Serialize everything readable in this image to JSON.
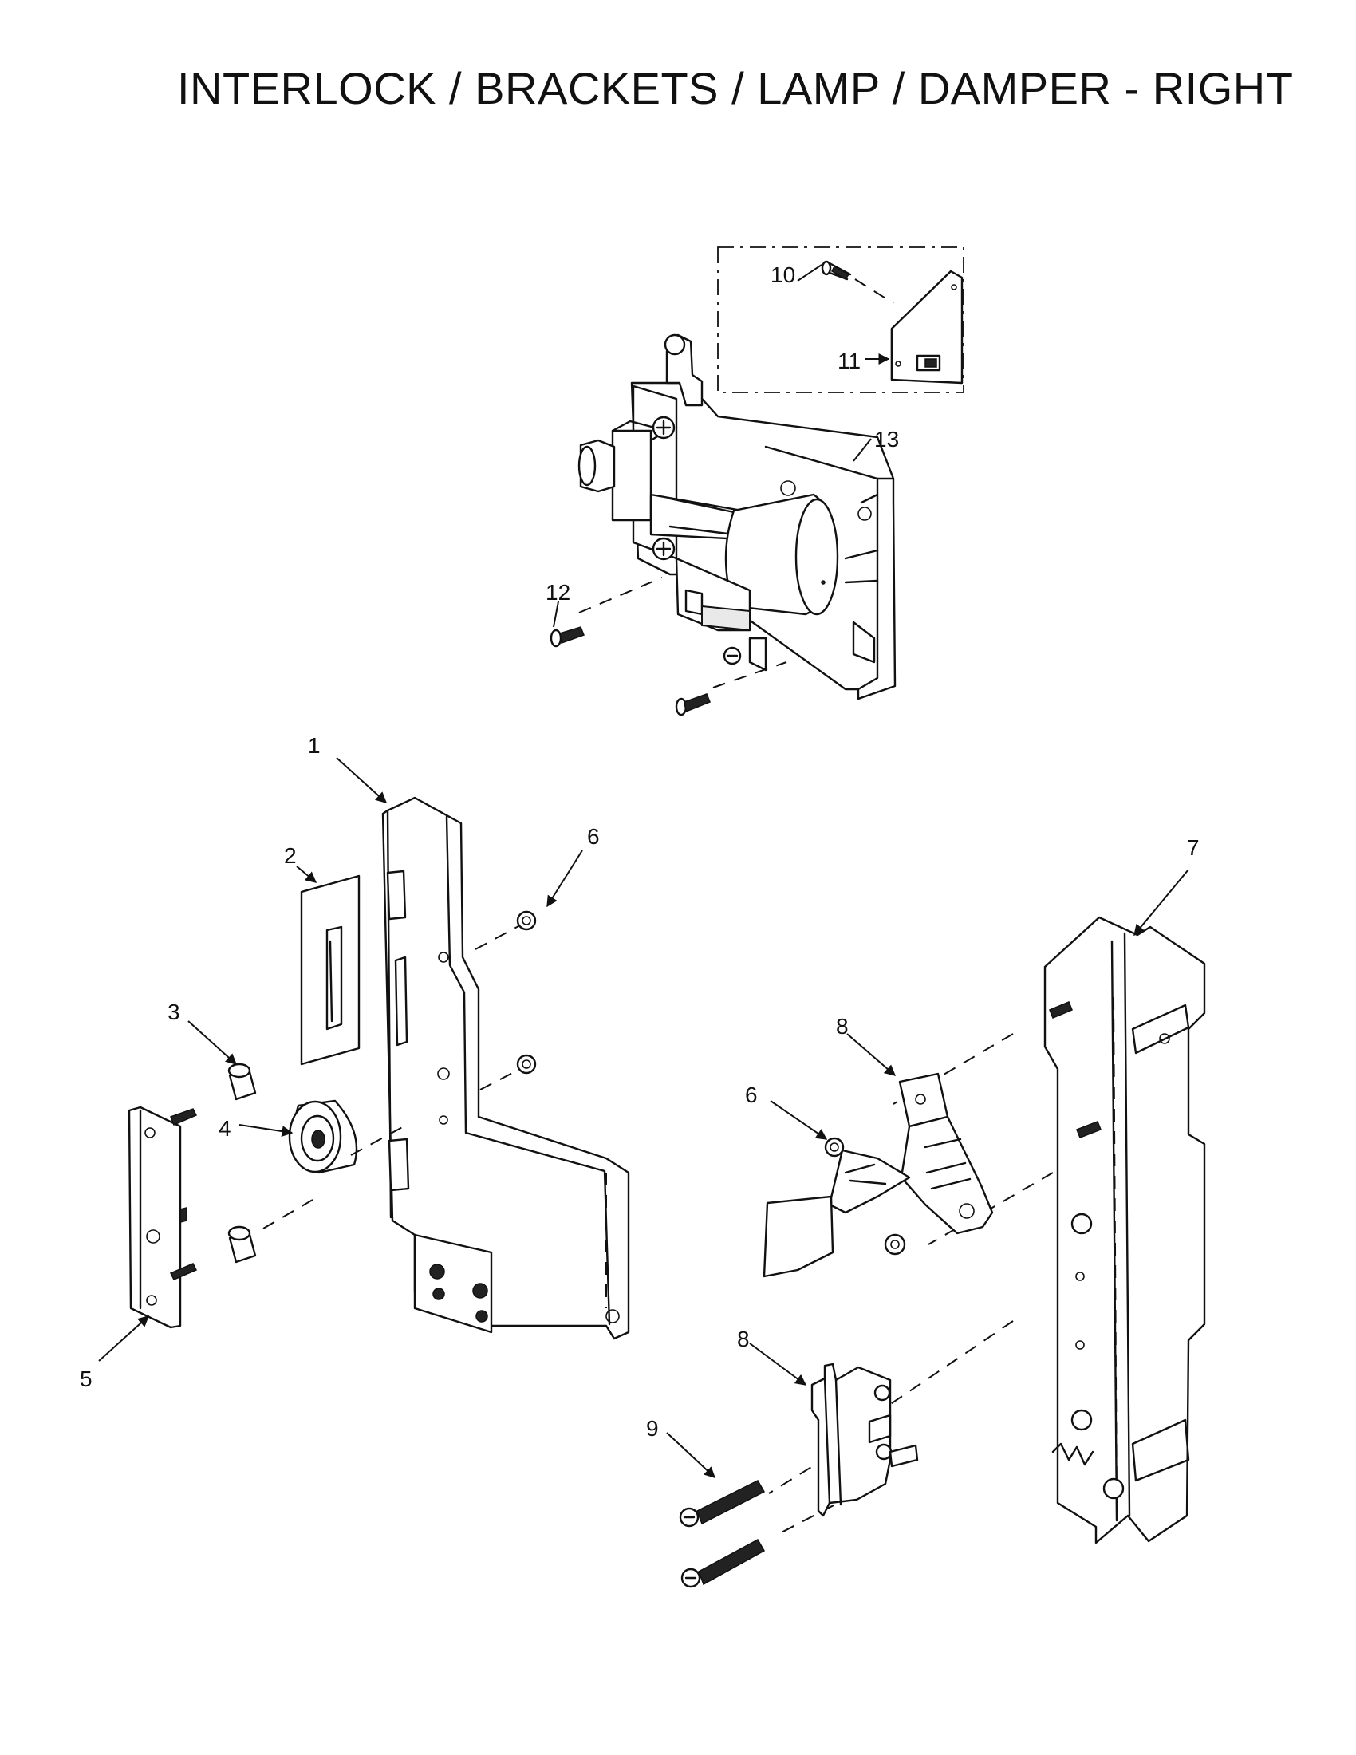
{
  "title": "INTERLOCK / BRACKETS / LAMP / DAMPER - RIGHT",
  "callouts": {
    "c1": "1",
    "c2": "2",
    "c3": "3",
    "c4": "4",
    "c5": "5",
    "c6a": "6",
    "c6b": "6",
    "c7": "7",
    "c8a": "8",
    "c8b": "8",
    "c9": "9",
    "c10": "10",
    "c11": "11",
    "c12": "12",
    "c13": "13"
  }
}
